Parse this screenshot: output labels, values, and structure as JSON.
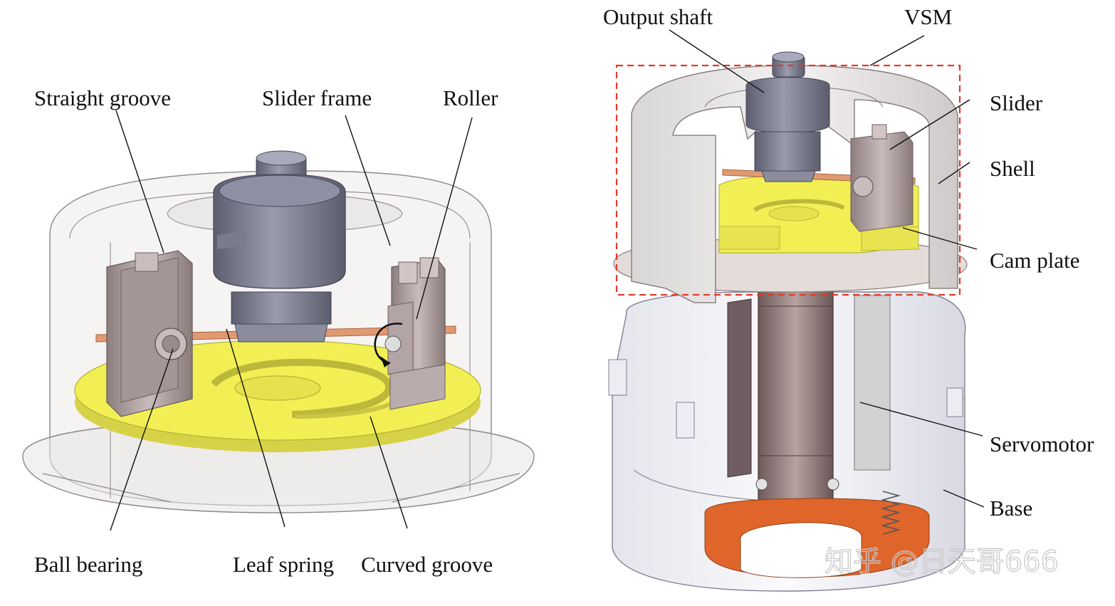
{
  "left_figure": {
    "labels": {
      "straight_groove": "Straight groove",
      "slider_frame": "Slider frame",
      "roller": "Roller",
      "ball_bearing": "Ball bearing",
      "leaf_spring": "Leaf spring",
      "curved_groove": "Curved groove"
    }
  },
  "right_figure": {
    "labels": {
      "output_shaft": "Output shaft",
      "vsm": "VSM",
      "slider": "Slider",
      "shell": "Shell",
      "cam_plate": "Cam plate",
      "servomotor": "Servomotor",
      "base": "Base"
    }
  },
  "watermark": "知乎 @日天哥666",
  "colors": {
    "cam_plate_yellow": "#f2ef55",
    "leaf_spring_copper": "#e09a72",
    "base_plate_orange": "#e0652a",
    "steel_grey": "#7b7d90",
    "shell_grey": "#e9e5e3",
    "vsm_box_red": "#e0392b"
  }
}
